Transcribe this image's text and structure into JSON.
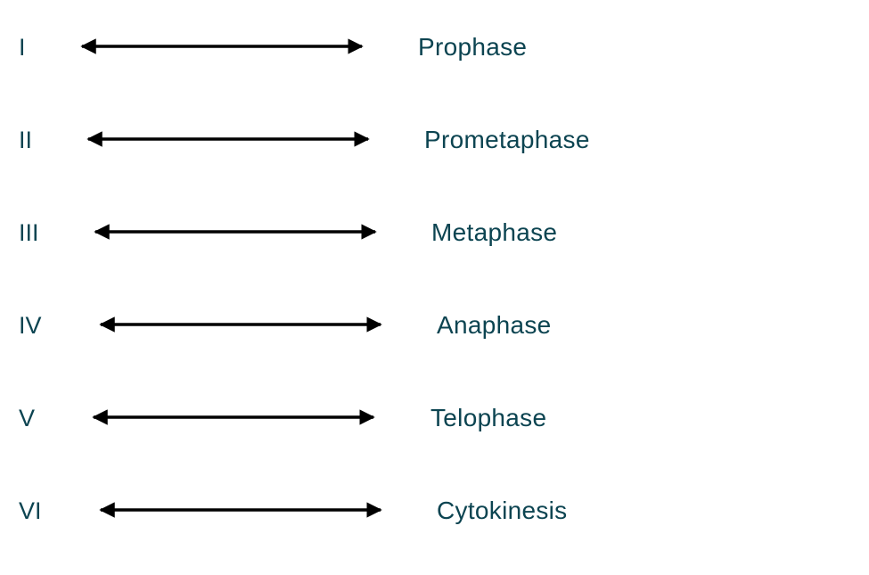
{
  "colors": {
    "text": "#0c4451",
    "arrow": "#000000",
    "background": "#ffffff"
  },
  "rows": [
    {
      "numeral": "I",
      "phase": "Prophase"
    },
    {
      "numeral": "II",
      "phase": "Prometaphase"
    },
    {
      "numeral": "III",
      "phase": "Metaphase"
    },
    {
      "numeral": "IV",
      "phase": "Anaphase"
    },
    {
      "numeral": "V",
      "phase": "Telophase"
    },
    {
      "numeral": "VI",
      "phase": "Cytokinesis"
    }
  ]
}
